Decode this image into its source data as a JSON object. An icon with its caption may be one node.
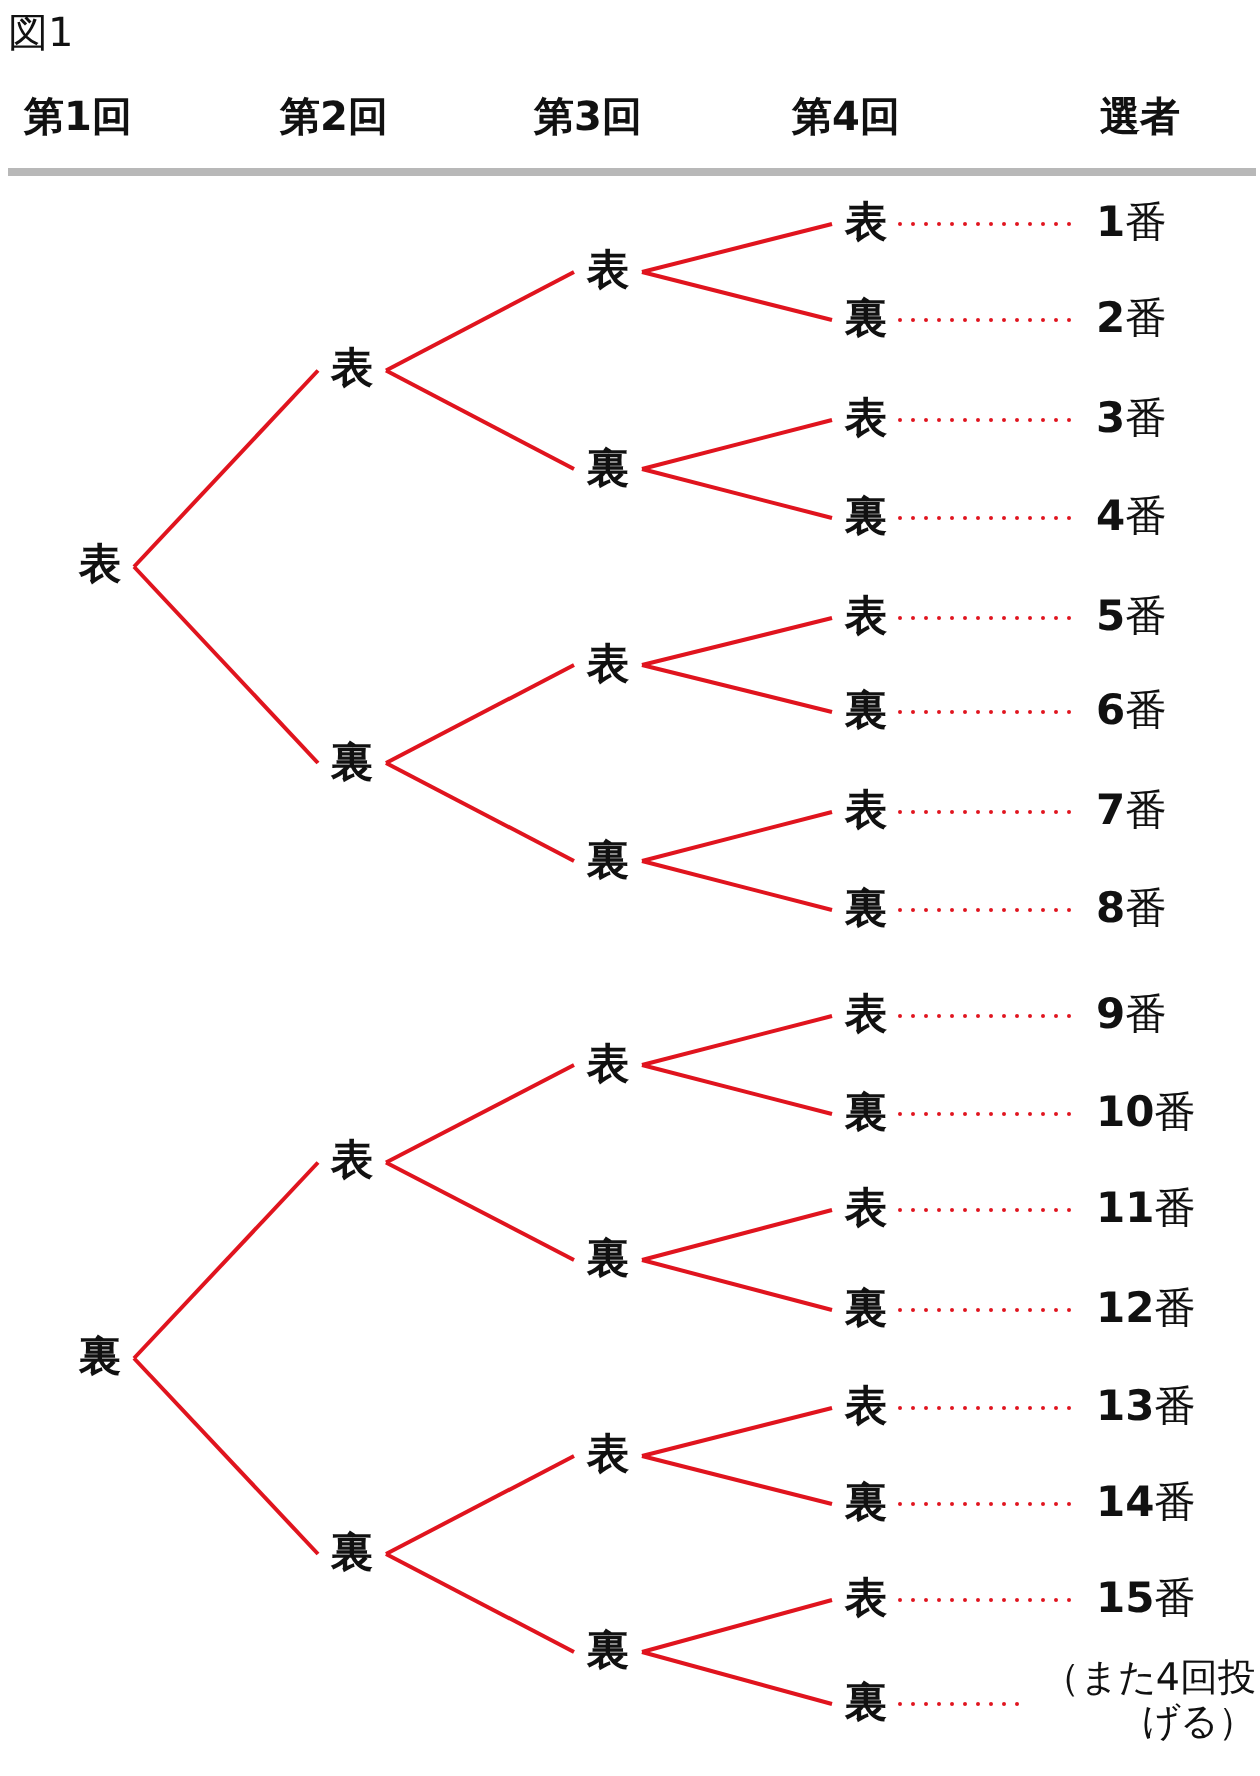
{
  "diagram": {
    "nodes": [
      {
        "text": [
          "表"
        ]
      },
      {
        "text": [
          "裏"
        ]
      },
      {
        "text": [
          "表"
        ]
      },
      {
        "text": [
          "裏"
        ]
      },
      {
        "text": [
          "表"
        ]
      },
      {
        "text": [
          "裏"
        ]
      },
      {
        "text": [
          "表"
        ]
      },
      {
        "text": [
          "裏"
        ]
      },
      {
        "text": [
          "表"
        ]
      },
      {
        "text": [
          "裏"
        ]
      },
      {
        "text": [
          "表"
        ]
      },
      {
        "text": [
          "裏"
        ]
      },
      {
        "text": [
          "表"
        ]
      },
      {
        "text": [
          "裏"
        ]
      },
      {
        "text": [
          "表"
        ]
      },
      {
        "text": [
          "裏"
        ]
      },
      {
        "text": [
          "表"
        ]
      },
      {
        "text": [
          "裏"
        ]
      },
      {
        "text": [
          "表"
        ]
      },
      {
        "text": [
          "裏"
        ]
      },
      {
        "text": [
          "表"
        ]
      },
      {
        "text": [
          "裏"
        ]
      },
      {
        "text": [
          "表"
        ]
      },
      {
        "text": [
          "裏"
        ]
      },
      {
        "text": [
          "表"
        ]
      },
      {
        "text": [
          "裏"
        ]
      },
      {
        "text": [
          "表"
        ]
      },
      {
        "text": [
          "裏"
        ]
      },
      {
        "text": [
          "表"
        ]
      },
      {
        "text": [
          "裏"
        ]
      },
      {
        "text": [
          "**1**番"
        ]
      },
      {
        "text": [
          "**2**番"
        ]
      },
      {
        "text": [
          "**3**番"
        ]
      },
      {
        "text": [
          "**4**番"
        ]
      },
      {
        "text": [
          "**5**番"
        ]
      },
      {
        "text": [
          "**6**番"
        ]
      },
      {
        "text": [
          "**7**番"
        ]
      },
      {
        "text": [
          "**8**番"
        ]
      },
      {
        "text": [
          "**9**番"
        ]
      },
      {
        "text": [
          "**10**番"
        ]
      },
      {
        "text": [
          "**11**番"
        ]
      },
      {
        "text": [
          "**12**番"
        ]
      },
      {
        "text": [
          "**13**番"
        ]
      },
      {
        "text": [
          "**14**番"
        ]
      },
      {
        "text": [
          "**15**番"
        ]
      },
      {
        "text": [
          "（また4回投げる）"
        ]
      }
    ],
    "edges": [
      {
        "from": 0,
        "to": 2,
        "arrow": "none"
      },
      {
        "from": 0,
        "to": 3,
        "arrow": "none"
      },
      {
        "from": 1,
        "to": 4,
        "arrow": "none"
      },
      {
        "from": 1,
        "to": 5,
        "arrow": "none"
      },
      {
        "from": 2,
        "to": 6,
        "arrow": "none"
      },
      {
        "from": 2,
        "to": 7,
        "arrow": "none"
      },
      {
        "from": 3,
        "to": 8,
        "arrow": "none"
      },
      {
        "from": 3,
        "to": 9,
        "arrow": "none"
      },
      {
        "from": 4,
        "to": 10,
        "arrow": "none"
      },
      {
        "from": 4,
        "to": 11,
        "arrow": "none"
      },
      {
        "from": 5,
        "to": 12,
        "arrow": "none"
      },
      {
        "from": 5,
        "to": 13,
        "arrow": "none"
      },
      {
        "from": 6,
        "to": 14,
        "arrow": "none"
      },
      {
        "from": 6,
        "to": 15,
        "arrow": "none"
      },
      {
        "from": 7,
        "to": 16,
        "arrow": "none"
      },
      {
        "from": 7,
        "to": 17,
        "arrow": "none"
      },
      {
        "from": 8,
        "to": 18,
        "arrow": "none"
      },
      {
        "from": 8,
        "to": 19,
        "arrow": "none"
      },
      {
        "from": 9,
        "to": 20,
        "arrow": "none"
      },
      {
        "from": 9,
        "to": 21,
        "arrow": "none"
      },
      {
        "from": 10,
        "to": 22,
        "arrow": "none"
      },
      {
        "from": 10,
        "to": 23,
        "arrow": "none"
      },
      {
        "from": 11,
        "to": 24,
        "arrow": "none"
      },
      {
        "from": 11,
        "to": 25,
        "arrow": "none"
      },
      {
        "from": 12,
        "to": 26,
        "arrow": "none"
      },
      {
        "from": 12,
        "to": 27,
        "arrow": "none"
      },
      {
        "from": 13,
        "to": 28,
        "arrow": "none"
      },
      {
        "from": 13,
        "to": 29,
        "arrow": "none"
      },
      {
        "from": 14,
        "to": 30,
        "arrow": "none",
        "style": "dashed"
      },
      {
        "from": 15,
        "to": 31,
        "arrow": "none",
        "style": "dashed"
      },
      {
        "from": 16,
        "to": 32,
        "arrow": "none",
        "style": "dashed"
      },
      {
        "from": 17,
        "to": 33,
        "arrow": "none",
        "style": "dashed"
      },
      {
        "from": 18,
        "to": 34,
        "arrow": "none",
        "style": "dashed"
      },
      {
        "from": 19,
        "to": 35,
        "arrow": "none",
        "style": "dashed"
      },
      {
        "from": 20,
        "to": 36,
        "arrow": "none",
        "style": "dashed"
      },
      {
        "from": 21,
        "to": 37,
        "arrow": "none",
        "style": "dashed"
      },
      {
        "from": 22,
        "to": 38,
        "arrow": "none",
        "style": "dashed"
      },
      {
        "from": 23,
        "to": 39,
        "arrow": "none",
        "style": "dashed"
      },
      {
        "from": 24,
        "to": 40,
        "arrow": "none",
        "style": "dashed"
      },
      {
        "from": 25,
        "to": 41,
        "arrow": "none",
        "style": "dashed"
      },
      {
        "from": 26,
        "to": 42,
        "arrow": "none",
        "style": "dashed"
      },
      {
        "from": 27,
        "to": 43,
        "arrow": "none",
        "style": "dashed"
      },
      {
        "from": 28,
        "to": 44,
        "arrow": "none",
        "style": "dashed"
      },
      {
        "from": 29,
        "to": 45,
        "arrow": "none",
        "style": "dashed"
      }
    ],
    "labels": [
      "図1",
      "第1回",
      "第2回",
      "第3回",
      "第4回",
      "選者"
    ]
  }
}
